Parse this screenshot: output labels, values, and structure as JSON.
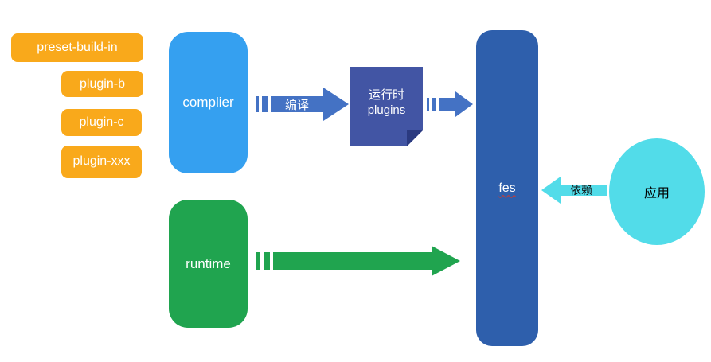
{
  "diagram": {
    "plugin_nodes": [
      {
        "label": "preset-build-in"
      },
      {
        "label": "plugin-b"
      },
      {
        "label": "plugin-c"
      },
      {
        "label": "plugin-xxx"
      }
    ],
    "complier_label": "complier",
    "runtime_label": "runtime",
    "compile_arrow_label": "编译",
    "runtime_plugins_label": "运行时 plugins",
    "fes_label": "fes",
    "depend_arrow_label": "依赖",
    "app_label": "应用"
  },
  "colors": {
    "plugin_orange": "#F9A91B",
    "complier_blue": "#35A0F0",
    "runtime_green": "#20A44F",
    "note_blue": "#4255A4",
    "note_fold_blue": "#2B3A80",
    "fes_blue": "#2E5FAC",
    "arrow_blue": "#4472C4",
    "app_cyan": "#52DCE9",
    "white_text": "#FFFFFF",
    "black_text": "#000000"
  }
}
